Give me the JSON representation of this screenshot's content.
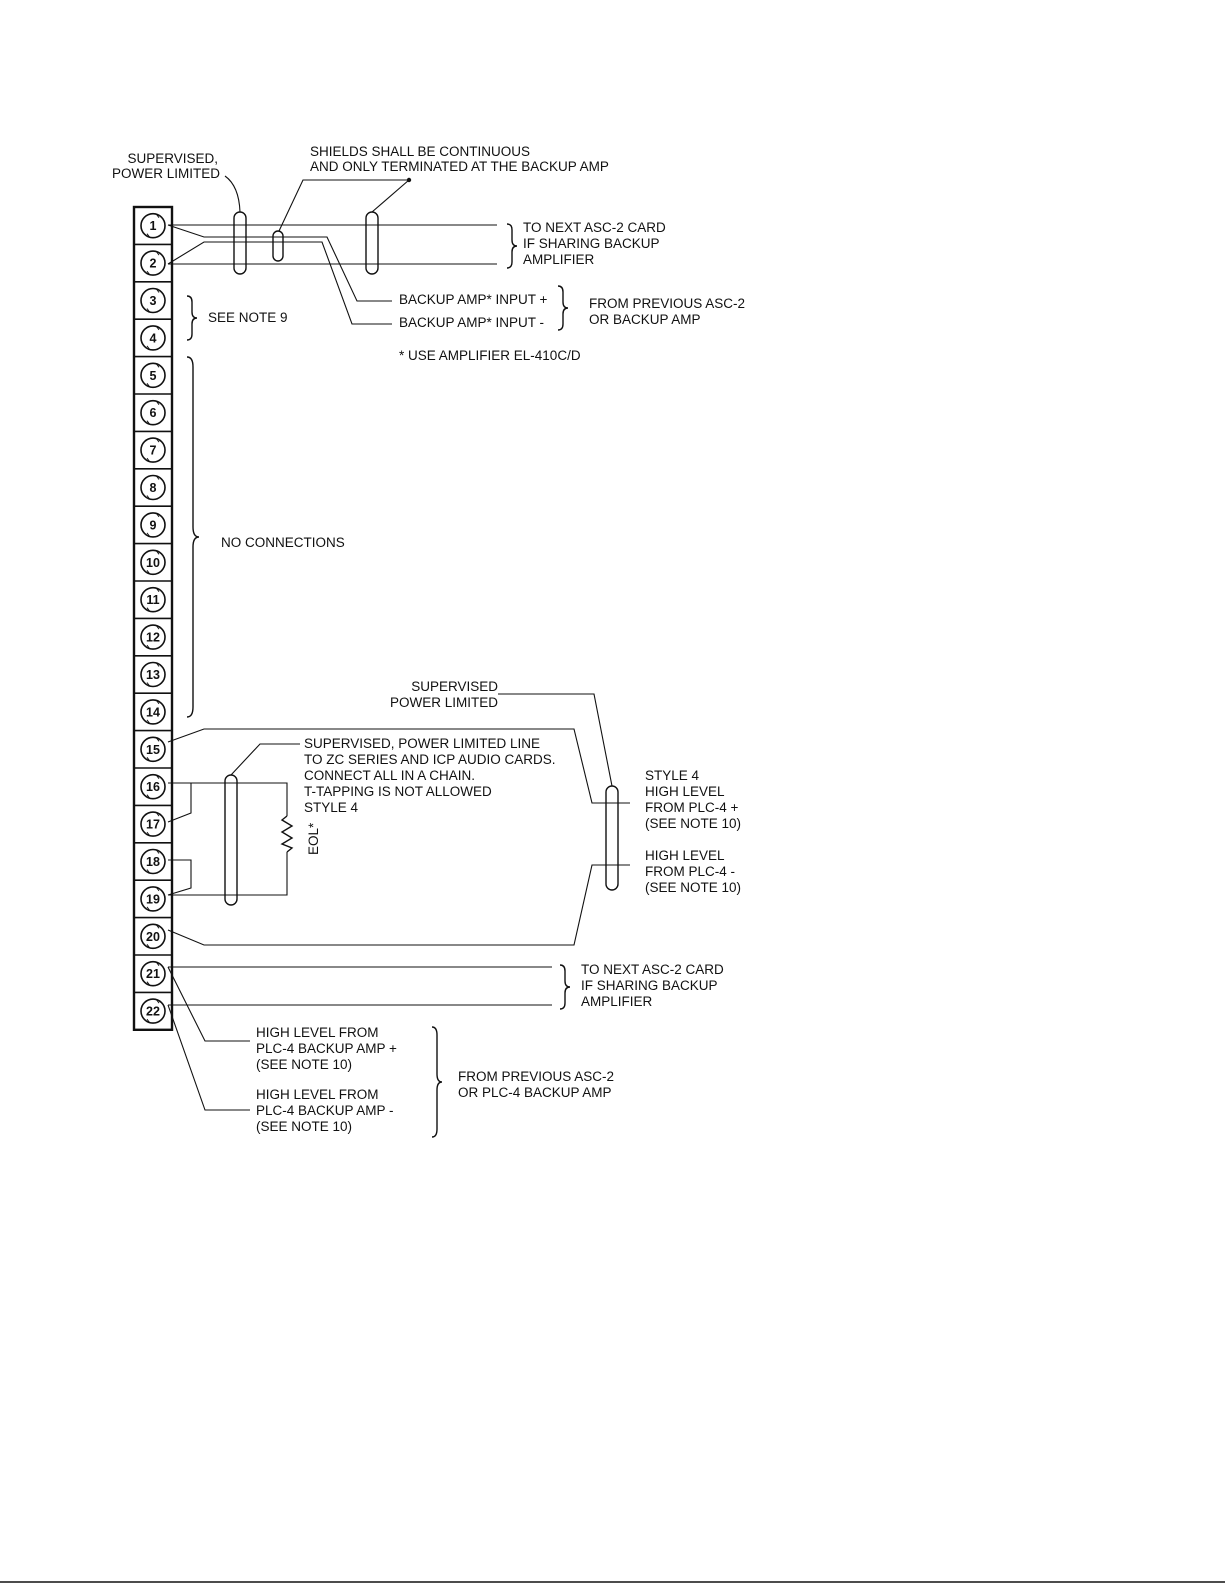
{
  "terminals": [
    "1",
    "2",
    "3",
    "4",
    "5",
    "6",
    "7",
    "8",
    "9",
    "10",
    "11",
    "12",
    "13",
    "14",
    "15",
    "16",
    "17",
    "18",
    "19",
    "20",
    "21",
    "22"
  ],
  "labels": {
    "supervised_power_limited_top": [
      "SUPERVISED,",
      "POWER LIMITED"
    ],
    "shields_note": [
      "SHIELDS SHALL BE CONTINUOUS",
      "AND ONLY TERMINATED AT THE BACKUP AMP"
    ],
    "next_card_top": [
      "TO NEXT ASC-2 CARD",
      "IF SHARING BACKUP",
      "AMPLIFIER"
    ],
    "backup_input_plus": "BACKUP AMP* INPUT +",
    "backup_input_minus": "BACKUP AMP* INPUT -",
    "from_previous_backup": [
      "FROM PREVIOUS ASC-2",
      "OR  BACKUP AMP"
    ],
    "use_amplifier": "* USE AMPLIFIER EL-410C/D",
    "see_note_9": "SEE NOTE 9",
    "no_connections": "NO CONNECTIONS",
    "supervised_power_limited_mid": [
      "SUPERVISED",
      "POWER LIMITED"
    ],
    "audio_line_note": [
      "SUPERVISED, POWER LIMITED LINE",
      "TO ZC SERIES AND ICP AUDIO CARDS.",
      "CONNECT ALL IN A CHAIN.",
      "T-TAPPING IS NOT ALLOWED",
      "STYLE 4"
    ],
    "eol": "EOL*",
    "style4_plus": [
      "STYLE 4",
      "HIGH LEVEL",
      "FROM PLC-4 +",
      "(SEE NOTE 10)"
    ],
    "style4_minus": [
      "HIGH LEVEL",
      "FROM PLC-4 -",
      "(SEE NOTE 10)"
    ],
    "next_card_bottom": [
      "TO NEXT ASC-2 CARD",
      "IF SHARING BACKUP",
      "AMPLIFIER"
    ],
    "high_level_plus": [
      "HIGH LEVEL FROM",
      "PLC-4  BACKUP AMP  +",
      "(SEE NOTE 10)"
    ],
    "high_level_minus": [
      "HIGH LEVEL FROM",
      "PLC-4  BACKUP AMP  -",
      "(SEE NOTE 10)"
    ],
    "from_previous_plc4": [
      "FROM PREVIOUS ASC-2",
      "OR PLC-4 BACKUP AMP"
    ]
  },
  "colors": {
    "ink": "#111111",
    "paper": "#ffffff"
  }
}
